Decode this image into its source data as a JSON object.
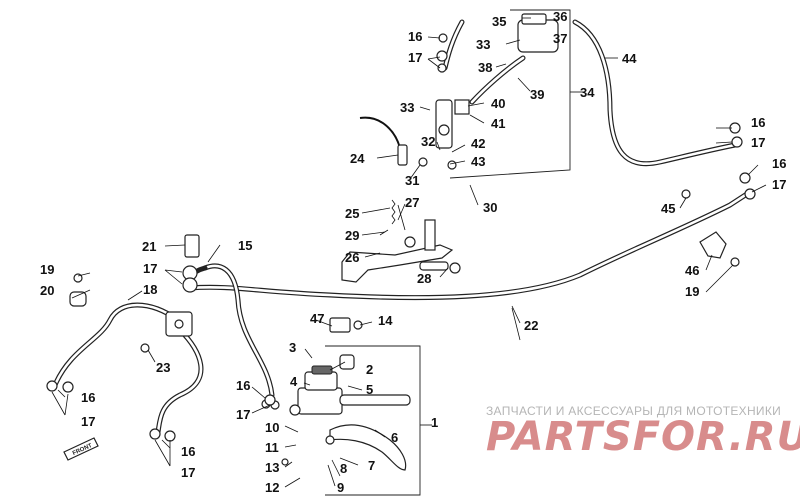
{
  "diagram": {
    "type": "exploded-parts-diagram",
    "colors": {
      "line": "#222222",
      "watermark": "#e9a9a9",
      "watermark_caption": "#b5b5b5"
    },
    "callouts": [
      "1",
      "2",
      "3",
      "4",
      "5",
      "6",
      "7",
      "8",
      "9",
      "10",
      "11",
      "12",
      "13",
      "14",
      "15",
      "16",
      "16",
      "16",
      "16",
      "16",
      "17",
      "17",
      "17",
      "17",
      "17",
      "17",
      "17",
      "18",
      "19",
      "19",
      "20",
      "21",
      "22",
      "23",
      "24",
      "25",
      "26",
      "27",
      "28",
      "29",
      "30",
      "31",
      "32",
      "33",
      "33",
      "34",
      "35",
      "36",
      "37",
      "38",
      "39",
      "40",
      "41",
      "42",
      "43",
      "44",
      "45",
      "46",
      "47"
    ],
    "front_tag": "FRONT"
  },
  "watermark": {
    "caption": "ЗАПЧАСТИ И АКСЕССУАРЫ ДЛЯ МОТОТЕХНИКИ",
    "logo_main": "PARTS",
    "logo_accent": "FOR",
    "logo_tail": ".RU"
  }
}
